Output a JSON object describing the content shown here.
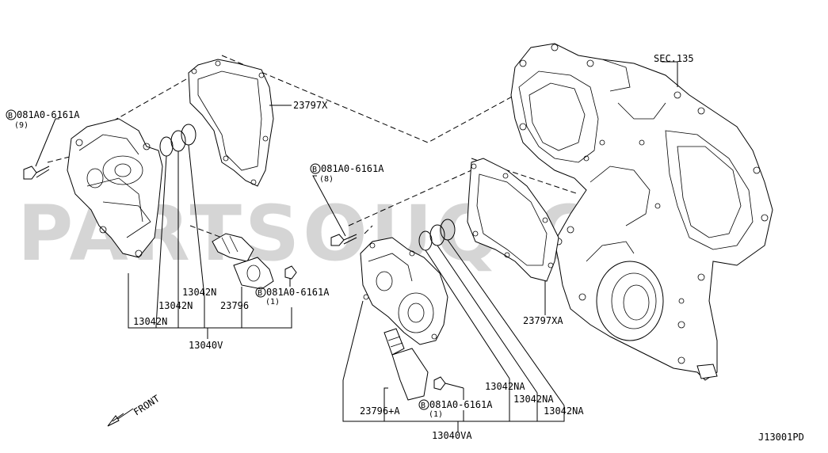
{
  "labels": {
    "sec": "SEC.135",
    "gasket_left": "23797X",
    "gasket_right": "23797XA",
    "bolt_top_left_code": "081A0-6161A",
    "bolt_top_left_qty": "(9)",
    "bolt_mid_code": "081A0-6161A",
    "bolt_mid_qty": "(8)",
    "bolt_valve_left_code": "081A0-6161A",
    "bolt_valve_left_qty": "(1)",
    "bolt_valve_right_code": "081A0-6161A",
    "bolt_valve_right_qty": "(1)",
    "oring_l1": "13042N",
    "oring_l2": "13042N",
    "oring_l3": "13042N",
    "valve_left": "23796",
    "assy_left": "13040V",
    "oring_r1": "13042NA",
    "oring_r2": "13042NA",
    "oring_r3": "13042NA",
    "valve_right": "23796+A",
    "assy_right": "13040VA",
    "front": "FRONT",
    "diagram_code": "J13001PD",
    "bolt_symbol": "B",
    "watermark": "PARTSOUQ.COM"
  }
}
